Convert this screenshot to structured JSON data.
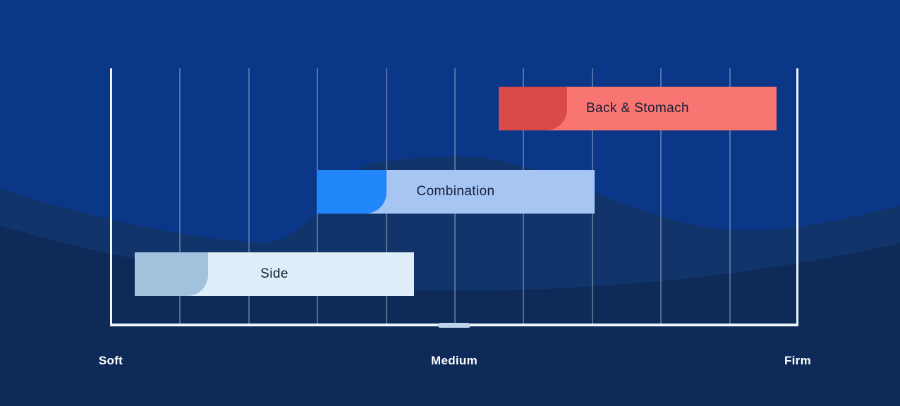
{
  "chart_data": {
    "type": "bar",
    "orientation": "horizontal-range",
    "title": "",
    "xlabel": "",
    "ylabel": "",
    "x_range": [
      0,
      10
    ],
    "grid": true,
    "gridline_count": 9,
    "x_ticks": [
      {
        "label": "Soft",
        "position": 0
      },
      {
        "label": "Medium",
        "position": 5
      },
      {
        "label": "Firm",
        "position": 10
      }
    ],
    "series": [
      {
        "label": "Back & Stomach",
        "start": 5.65,
        "end": 9.7,
        "accent_end": 6.65,
        "bar_color": "#F97572",
        "accent_color": "#D94A4B"
      },
      {
        "label": "Combination",
        "start": 3.0,
        "end": 7.05,
        "accent_end": 4.02,
        "bar_color": "#A7C5F3",
        "accent_color": "#2287FA"
      },
      {
        "label": "Side",
        "start": 0.35,
        "end": 4.42,
        "accent_end": 1.42,
        "bar_color": "#DFEEF8",
        "accent_color": "#A2C1DC"
      }
    ]
  },
  "colors": {
    "background": "#0A3787",
    "wave_upper": "#11346B",
    "wave_lower": "#0D2A58",
    "axis": "#EEF6FB",
    "gridline": "rgba(255,255,255,0.30)",
    "mid_tick": "#BCD4E9",
    "bar_text": "#131E38",
    "axis_label_text": "#FFFFFF"
  }
}
